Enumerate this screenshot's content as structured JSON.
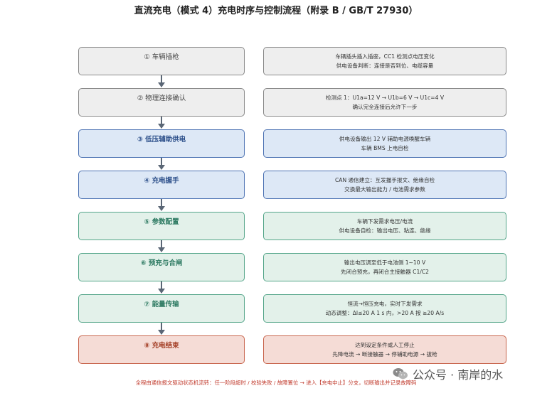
{
  "title": "直流充电（模式 4）充电时序与控制流程（附录 B / GB/T 27930）",
  "steps": [
    {
      "label": "① 车辆插枪",
      "desc": [
        "车辆插头插入插座，CC1 检测点电压变化",
        "供电设备判断：连接是否到位、电缆容量"
      ]
    },
    {
      "label": "② 物理连接确认",
      "desc": [
        "检测点 1：U1a=12 V → U1b=6 V → U1c=4 V",
        "确认完全连接后允许下一步"
      ]
    },
    {
      "label": "③ 低压辅助供电",
      "desc": [
        "供电设备输出 12 V 辅助电源唤醒车辆",
        "车辆 BMS 上电自检"
      ]
    },
    {
      "label": "④ 充电握手",
      "desc": [
        "CAN 通信建立：互发握手报文、绝缘自检",
        "交换最大输出能力 / 电池需求参数"
      ]
    },
    {
      "label": "⑤ 参数配置",
      "desc": [
        "车辆下发需求电压/电流",
        "供电设备自检：输出电压、粘连、绝缘"
      ]
    },
    {
      "label": "⑥ 预充与合闸",
      "desc": [
        "输出电压调至低于电池侧 1~10 V",
        "先闭合预充，再闭合主接触器 C1/C2"
      ]
    },
    {
      "label": "⑦ 能量传输",
      "desc": [
        "恒流→恒压充电，实时下发需求",
        "动态调整：ΔI≤20 A 1 s 内，>20 A 按 ≥20 A/s"
      ]
    },
    {
      "label": "⑧ 充电结束",
      "desc": [
        "达到设定条件或人工停止",
        "先降电流 → 断接触器 → 停辅助电源 → 拔枪"
      ]
    }
  ],
  "footer": "全程由通信报文驱动状态机流转：任一阶段超时 / 校验失败 / 故障置位 → 进入【充电中止】分支，切断输出并记录故障码",
  "watermark": "公众号 · 南岸的水",
  "colors": {
    "gray": "#eeeeee",
    "blue": "#dde8f6",
    "green": "#e3f1ea",
    "red": "#f5dcd6",
    "arrow": "#5a6675"
  }
}
